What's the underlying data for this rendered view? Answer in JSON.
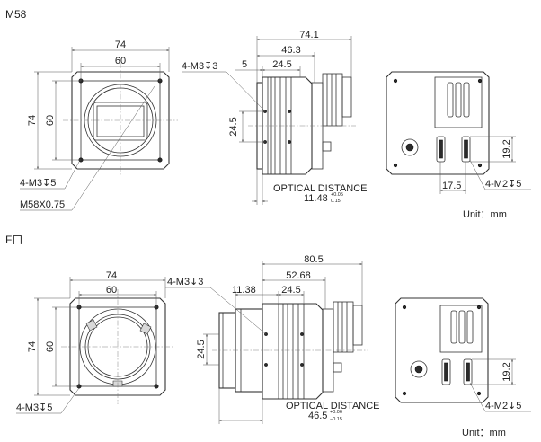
{
  "sections": {
    "m58": {
      "title": "M58",
      "front": {
        "width": "74",
        "inner_width": "60",
        "height": "74",
        "inner_height": "60",
        "holes": "4-M3↧5",
        "mount": "M58X0.75"
      },
      "side": {
        "length": "74.1",
        "body": "46.3",
        "block": "24.5",
        "flange": "5",
        "height": "24.5",
        "holes": "4-M3↧3",
        "optical_label": "OPTICAL DISTANCE",
        "optical_value": "11.48",
        "tol_plus": "+0.05",
        "tol_minus": "0.15"
      },
      "back": {
        "height": "19.2",
        "width": "17.5",
        "holes": "4-M2↧5"
      },
      "unit": "Unit：mm"
    },
    "f": {
      "title": "F口",
      "front": {
        "width": "74",
        "inner_width": "60",
        "height": "74",
        "inner_height": "60",
        "holes": "4-M3↧5"
      },
      "side": {
        "length": "80.5",
        "body": "52.68",
        "block": "24.5",
        "flange": "11.38",
        "height": "24.5",
        "holes": "4-M3↧3",
        "optical_label": "OPTICAL DISTANCE",
        "optical_value": "46.5",
        "tol_plus": "+0.06",
        "tol_minus": "−0.15"
      },
      "back": {
        "height": "19.2",
        "holes": "4-M2↧5"
      },
      "unit": "Unit：mm"
    }
  },
  "icons": [
    "dimension-arrow-icon",
    "leader-line-icon",
    "hole-depth-symbol-icon"
  ]
}
